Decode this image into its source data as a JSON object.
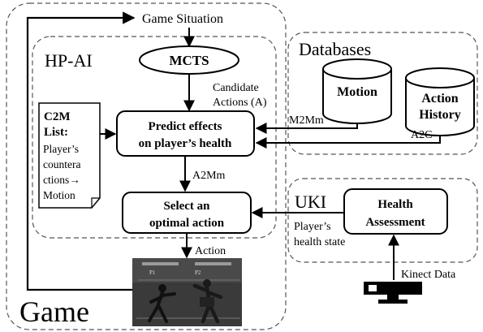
{
  "game": {
    "situation_label": "Game Situation",
    "title": "Game",
    "action_label": "Action",
    "screenshot_icon": "fighting-game-screenshot",
    "hud_p1": "P1",
    "hud_p2": "P2"
  },
  "hpai": {
    "title": "HP-AI",
    "mcts": "MCTS",
    "candidate_line1": "Candidate",
    "candidate_line2": "Actions (A)",
    "predict_line1": "Predict effects",
    "predict_line2": "on player’s health",
    "a2mm": "A2Mm",
    "select_line1": "Select an",
    "select_line2": "optimal action",
    "c2m_title1": "C2M",
    "c2m_title2": "List:",
    "c2m_lines": [
      "Player’s",
      "countera",
      "ctions→",
      "Motion"
    ]
  },
  "databases": {
    "title": "Databases",
    "motion": "Motion",
    "action_history_line1": "Action",
    "action_history_line2": "History",
    "m2mm": "M2Mm",
    "a2c": "A2C"
  },
  "uki": {
    "title": "UKI",
    "health_line1": "Health",
    "health_line2": "Assessment",
    "state_line1": "Player’s",
    "state_line2": "health state",
    "kinect_data": "Kinect Data",
    "kinect_icon": "kinect-sensor-icon"
  }
}
